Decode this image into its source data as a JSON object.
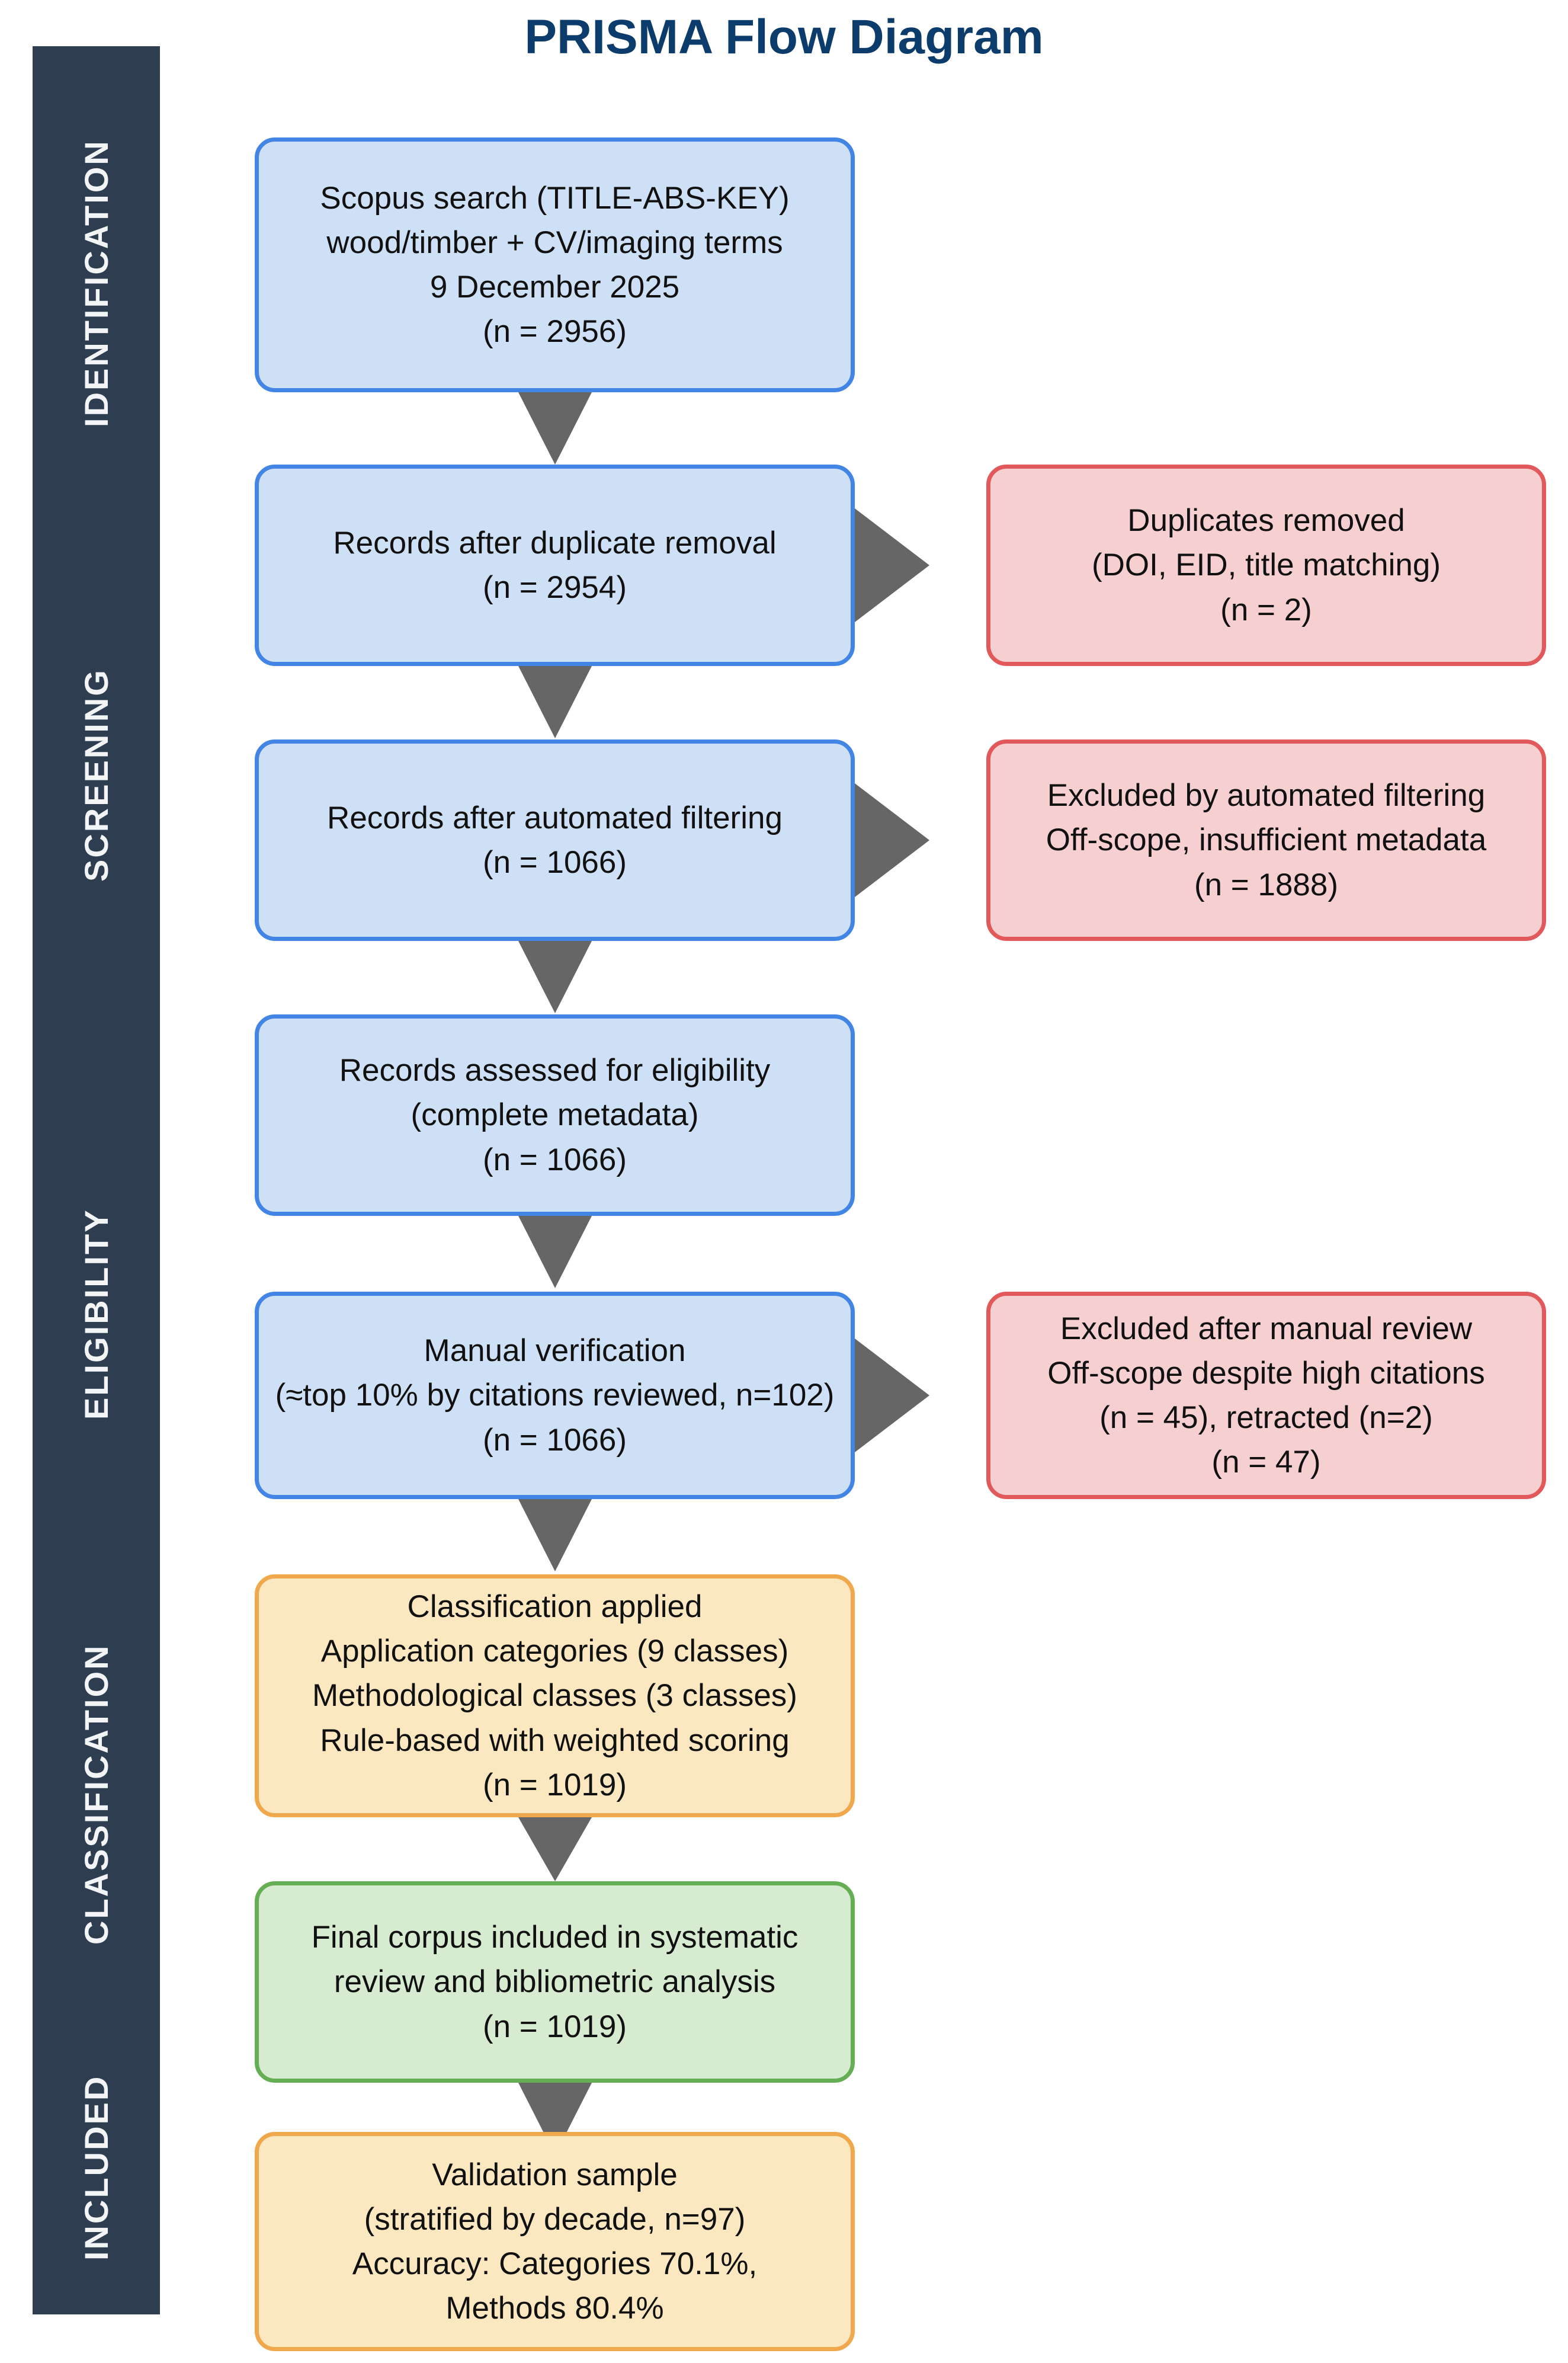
{
  "diagram": {
    "title": "PRISMA Flow Diagram",
    "title_color": "#0B3C6B",
    "background": "#FFFFFF"
  },
  "sidebar": {
    "background": "#2E3E50",
    "text_color": "#F2F4F6",
    "stages": [
      {
        "id": "identification",
        "label": "IDENTIFICATION"
      },
      {
        "id": "screening",
        "label": "SCREENING"
      },
      {
        "id": "eligibility",
        "label": "ELIGIBILITY"
      },
      {
        "id": "classification",
        "label": "CLASSIFICATION"
      },
      {
        "id": "included",
        "label": "INCLUDED"
      }
    ]
  },
  "palette": {
    "blue_fill": "#CEE0F5",
    "blue_border": "#4285E4",
    "red_fill": "#F6CFD0",
    "red_border": "#E2595C",
    "orange_fill": "#FCE8C0",
    "orange_border": "#F0A84C",
    "green_fill": "#D7EBD1",
    "green_border": "#66AE54",
    "arrow": "#666666"
  },
  "flow": {
    "main": [
      {
        "id": "search",
        "type": "blue",
        "lines": [
          "Scopus search (TITLE-ABS-KEY)",
          "wood/timber + CV/imaging terms",
          "9 December 2025",
          "(n = 2956)"
        ],
        "n": 2956
      },
      {
        "id": "after-duplicates",
        "type": "blue",
        "lines": [
          "Records after duplicate removal",
          "(n = 2954)"
        ],
        "n": 2954
      },
      {
        "id": "after-automated-filtering",
        "type": "blue",
        "lines": [
          "Records after automated filtering",
          "(n = 1066)"
        ],
        "n": 1066
      },
      {
        "id": "assessed-eligibility",
        "type": "blue",
        "lines": [
          "Records assessed for eligibility",
          "(complete metadata)",
          "(n = 1066)"
        ],
        "n": 1066
      },
      {
        "id": "manual-verification",
        "type": "blue",
        "lines": [
          "Manual verification",
          "(≈top 10% by citations reviewed, n=102)",
          "(n = 1066)"
        ],
        "n": 1066
      },
      {
        "id": "classification-applied",
        "type": "orange",
        "lines": [
          "Classification applied",
          "Application categories (9 classes)",
          "Methodological classes (3 classes)",
          "Rule-based with weighted scoring",
          "(n = 1019)"
        ],
        "n": 1019
      },
      {
        "id": "final-corpus",
        "type": "green",
        "lines": [
          "Final corpus included in systematic",
          "review and bibliometric analysis",
          "(n = 1019)"
        ],
        "n": 1019
      },
      {
        "id": "validation-sample",
        "type": "orange",
        "lines": [
          "Validation sample",
          "(stratified by decade, n=97)",
          "Accuracy: Categories 70.1%,",
          "Methods 80.4%"
        ],
        "n": 97
      }
    ],
    "exclusions": [
      {
        "id": "duplicates-removed",
        "type": "red",
        "from": "after-duplicates",
        "lines": [
          "Duplicates removed",
          "(DOI, EID, title matching)",
          "(n = 2)"
        ],
        "n": 2
      },
      {
        "id": "excluded-automated",
        "type": "red",
        "from": "after-automated-filtering",
        "lines": [
          "Excluded by automated filtering",
          "Off-scope, insufficient metadata",
          "(n = 1888)"
        ],
        "n": 1888
      },
      {
        "id": "excluded-manual",
        "type": "red",
        "from": "manual-verification",
        "lines": [
          "Excluded after manual review",
          "Off-scope despite high citations",
          "(n = 45), retracted (n=2)",
          "(n = 47)"
        ],
        "n": 47
      }
    ]
  }
}
